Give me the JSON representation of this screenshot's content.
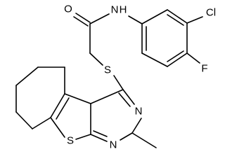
{
  "molecule": {
    "atoms": [
      {
        "id": "o",
        "symbol": "O"
      },
      {
        "id": "nh",
        "symbol": "N",
        "suffix": "H"
      },
      {
        "id": "cl",
        "symbol": "Cl"
      },
      {
        "id": "f",
        "symbol": "F"
      },
      {
        "id": "s1",
        "symbol": "S"
      },
      {
        "id": "s2",
        "symbol": "S"
      },
      {
        "id": "n1",
        "symbol": "N"
      },
      {
        "id": "n2",
        "symbol": "N"
      }
    ]
  }
}
